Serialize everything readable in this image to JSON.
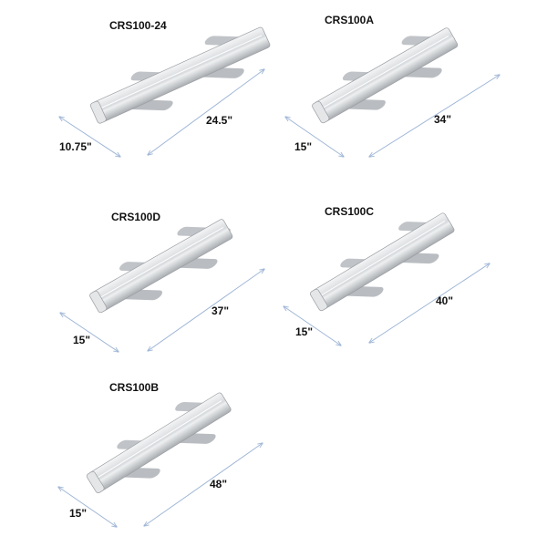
{
  "products": [
    {
      "model": "CRS100-24",
      "depth": "10.75\"",
      "length": "24.5\""
    },
    {
      "model": "CRS100A",
      "depth": "15\"",
      "length": "34\""
    },
    {
      "model": "CRS100D",
      "depth": "15\"",
      "length": "37\""
    },
    {
      "model": "CRS100C",
      "depth": "15\"",
      "length": "40\""
    },
    {
      "model": "CRS100B",
      "depth": "15\"",
      "length": "48\""
    }
  ],
  "colors": {
    "arrow": "#9fb6d6",
    "bar": "#d9dcdf",
    "feet": "#b9bdc1"
  }
}
